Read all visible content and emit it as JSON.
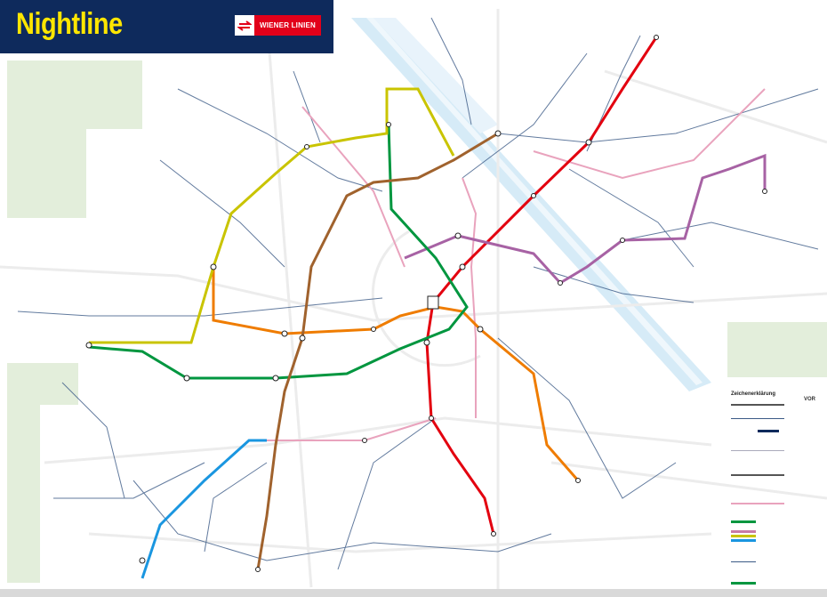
{
  "header": {
    "title": "Nightline"
  },
  "logo": {
    "text": "WIENER LINIEN"
  },
  "legend": {
    "title": "Zeichenerklärung",
    "vor_badge": "VOR"
  },
  "colors": {
    "header_bg": "#0e2a5c",
    "title": "#ffe600",
    "logo_red": "#e2001a",
    "U1": "#e3000f",
    "U2": "#a762a4",
    "U3": "#ef7c00",
    "U4": "#00963f",
    "U5": "#a0622d",
    "U6": "#d8d200",
    "blue_line": "#1a96e0",
    "sbahn": "#e9a3bd",
    "danube": "#d6ebf7",
    "green_area": "#e3eedb",
    "bus": "#3b5a86"
  }
}
